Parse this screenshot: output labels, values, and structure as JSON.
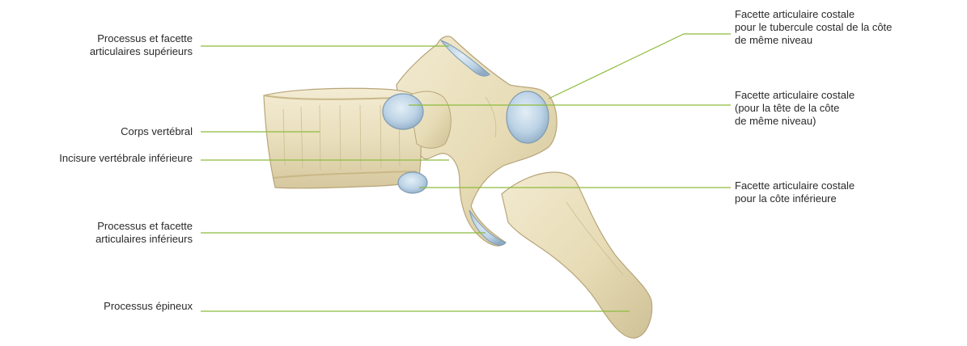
{
  "labels": {
    "superior_articular": [
      "Processus et facette",
      "articulaires supérieurs"
    ],
    "vertebral_body": [
      "Corps vertébral"
    ],
    "inferior_notch": [
      "Incisure vertébrale inférieure"
    ],
    "inferior_articular": [
      "Processus et facette",
      "articulaires inférieurs"
    ],
    "spinous_process": [
      "Processus épineux"
    ],
    "transverse_costal_facet": [
      "Facette articulaire costale",
      "pour le tubercule costal de la côte",
      "de même niveau"
    ],
    "superior_costal_facet": [
      "Facette articulaire costale",
      "(pour la tête de la côte",
      "de même niveau)"
    ],
    "inferior_costal_facet": [
      "Facette articulaire costale",
      "pour la côte inférieure"
    ]
  },
  "colors": {
    "leader_line": "#8dbb3c",
    "bone_fill": "#ece2bf",
    "bone_stroke": "#b7a57a",
    "cartilage_fill": "#c6dbea",
    "cartilage_stroke": "#7f9bb3"
  }
}
